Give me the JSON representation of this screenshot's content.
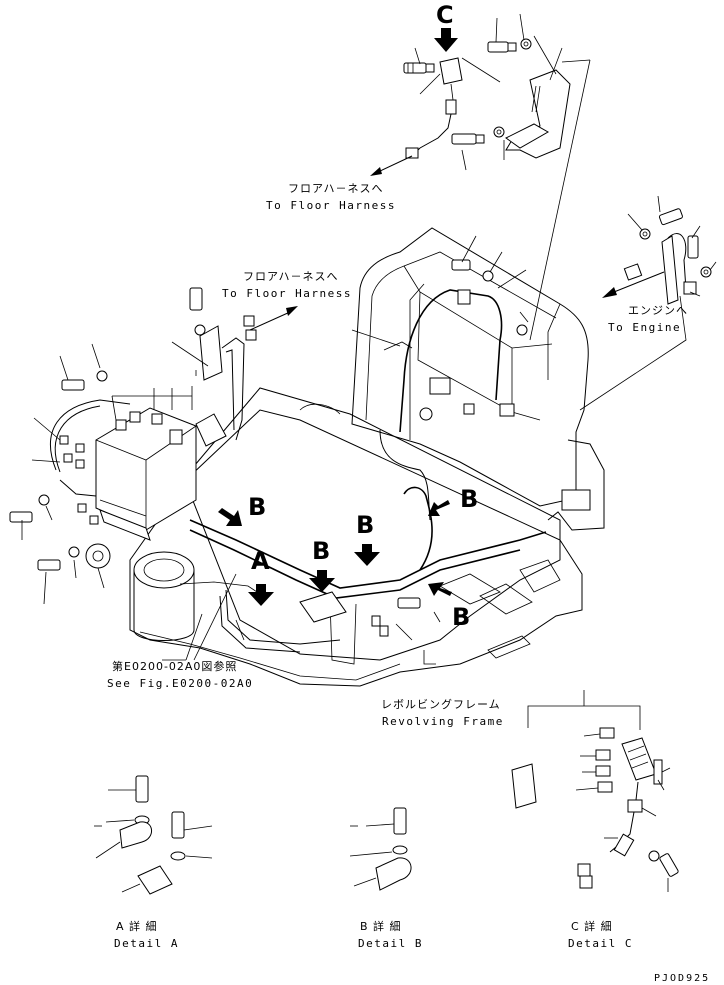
{
  "callouts": {
    "a": "A",
    "b": "B",
    "c": "C"
  },
  "labels": {
    "floor_harness_jp": "フロアハ－ネスへ",
    "floor_harness_en": "To Floor Harness",
    "engine_jp": "エンジンへ",
    "engine_en": "To Engine",
    "see_fig_jp": "第E0200-02A0図参照",
    "see_fig_en": "See Fig.E0200-02A0",
    "revolving_jp": "レボルビングフレーム",
    "revolving_en": "Revolving Frame"
  },
  "details": {
    "a_jp": "A 詳 細",
    "a_en": "Detail A",
    "b_jp": "B 詳 細",
    "b_en": "Detail B",
    "c_jp": "C 詳 細",
    "c_en": "Detail C"
  },
  "drawing_code": "PJOD925"
}
